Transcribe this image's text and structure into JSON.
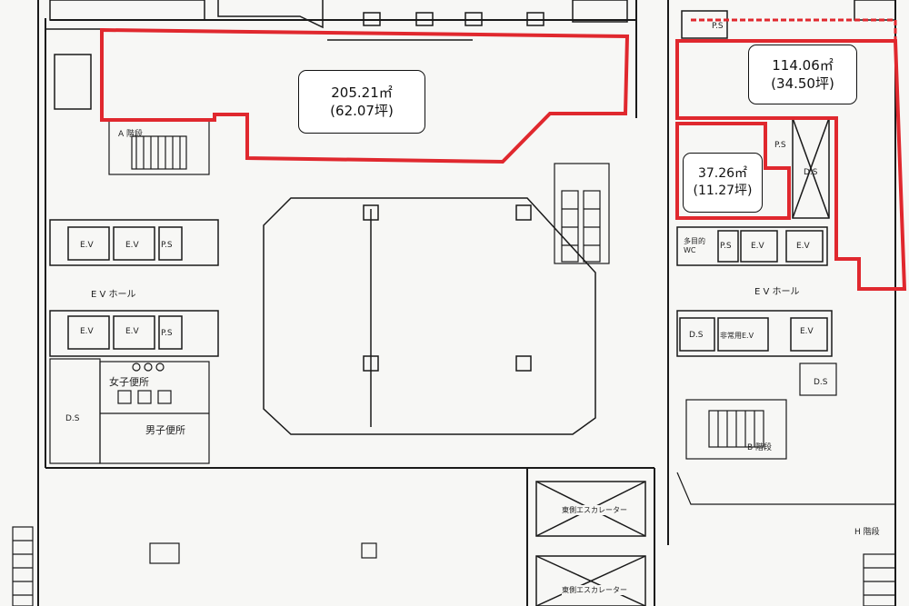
{
  "areas": [
    {
      "sqm": "205.21㎡",
      "tsubo": "(62.07坪)"
    },
    {
      "sqm": "114.06㎡",
      "tsubo": "(34.50坪)"
    },
    {
      "sqm": "37.26㎡",
      "tsubo": "(11.27坪)"
    }
  ],
  "labels": {
    "stair_a": "A 階段",
    "stair_b": "B 階段",
    "stair_h": "H 階段",
    "ev_hall_left": "E V ホール",
    "ev_hall_right": "E V ホール",
    "ev": "E.V",
    "ps": "P.S",
    "ds": "D.S",
    "womens_wc": "女子便所",
    "mens_wc": "男子便所",
    "unisex_wc": "多目的\nWC",
    "freight_ev": "非常用E.V",
    "escalator_top": "東側エスカレーター",
    "escalator_bottom": "東側エスカレーター"
  },
  "colors": {
    "wall": "#1a1a1a",
    "highlight": "#e0282e",
    "paper": "#f7f7f5"
  }
}
